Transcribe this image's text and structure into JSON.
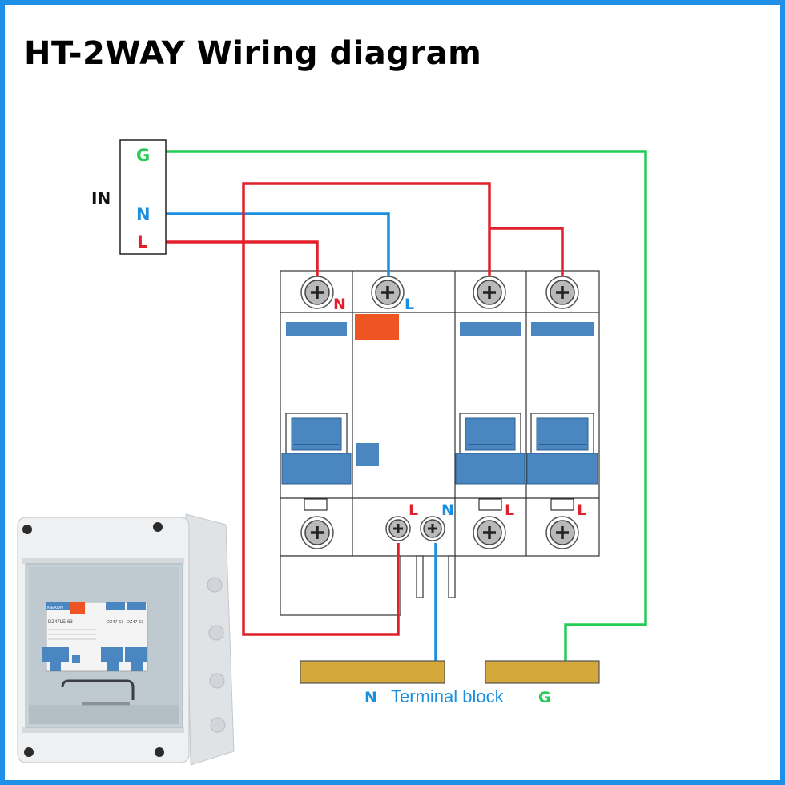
{
  "title": "HT-2WAY Wiring diagram",
  "input_block": {
    "label": "IN",
    "terminals": [
      "G",
      "N",
      "L"
    ]
  },
  "rcbo_labels": {
    "top_left": "N",
    "top_right": "L",
    "bottom_left": "L",
    "bottom_right": "N"
  },
  "mcb_labels": {
    "mcb1": "L",
    "mcb2": "L"
  },
  "terminal_block": {
    "left_label": "N",
    "caption": "Terminal block",
    "right_label": "G"
  },
  "photo_labels": {
    "brand1": "MEXDN",
    "model1": "DZ47LE-63",
    "model2": "DZ47-63",
    "model3": "DZ47-63"
  },
  "colors": {
    "ground": "#22cc55",
    "neutral": "#1a8fe0",
    "live": "#e0202a",
    "breaker_blue": "#4a86bf",
    "terminal": "#d4a83a",
    "rcd_test": "#ee5522",
    "frame": "#1e90e8"
  }
}
